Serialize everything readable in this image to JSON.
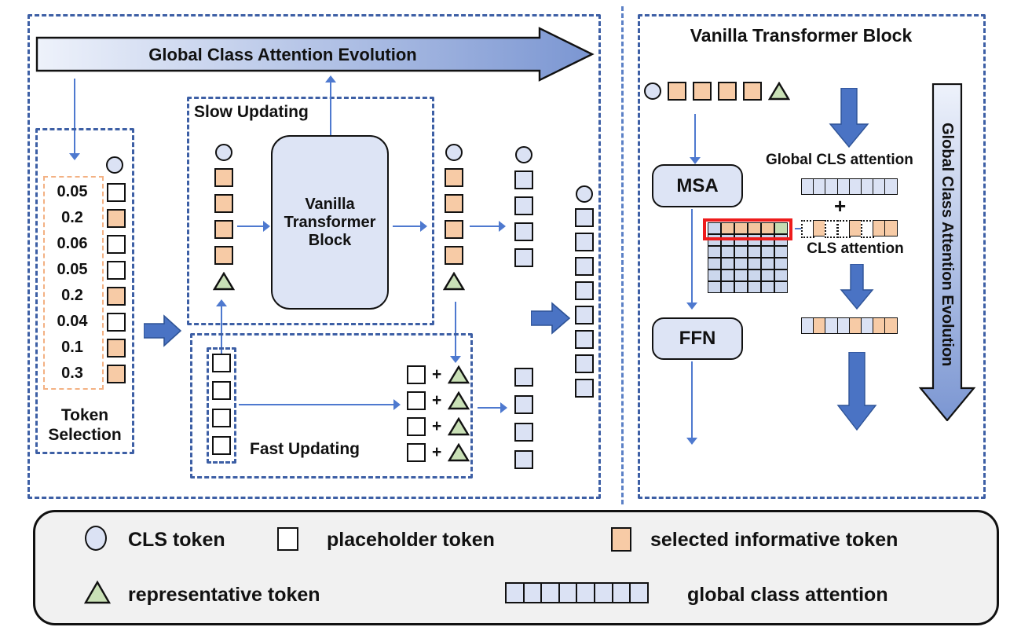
{
  "symbols": {
    "plus": "+"
  },
  "left_panel": {
    "banner_label": "Global Class Attention Evolution",
    "token_selection": {
      "label": "Token Selection",
      "rows": [
        {
          "score": "0.05",
          "type": "ph"
        },
        {
          "score": "0.2",
          "type": "sel"
        },
        {
          "score": "0.06",
          "type": "ph"
        },
        {
          "score": "0.05",
          "type": "ph"
        },
        {
          "score": "0.2",
          "type": "sel"
        },
        {
          "score": "0.04",
          "type": "ph"
        },
        {
          "score": "0.1",
          "type": "sel"
        },
        {
          "score": "0.3",
          "type": "sel"
        }
      ]
    },
    "slow_updating": {
      "label": "Slow Updating",
      "block_label": "Vanilla Transformer Block",
      "input_tokens": [
        "cls",
        "sel",
        "sel",
        "sel",
        "sel",
        "rep"
      ],
      "output_tokens": [
        "cls",
        "sel",
        "sel",
        "sel",
        "sel",
        "rep"
      ],
      "attended_tokens": [
        "cls",
        "glb",
        "glb",
        "glb",
        "glb"
      ]
    },
    "fast_updating": {
      "label": "Fast Updating",
      "input_tokens": [
        "ph",
        "ph",
        "ph",
        "ph"
      ],
      "sum_rows": [
        [
          "ph",
          "plus",
          "rep"
        ],
        [
          "ph",
          "plus",
          "rep"
        ],
        [
          "ph",
          "plus",
          "rep"
        ],
        [
          "ph",
          "plus",
          "rep"
        ]
      ],
      "output_tokens": [
        "glb",
        "glb",
        "glb",
        "glb"
      ]
    },
    "final_tokens": [
      "cls",
      "glb",
      "glb",
      "glb",
      "glb",
      "glb",
      "glb",
      "glb",
      "glb"
    ]
  },
  "right_panel": {
    "title": "Vanilla Transformer Block",
    "input_tokens": [
      "cls",
      "sel",
      "sel",
      "sel",
      "sel",
      "rep"
    ],
    "msa_label": "MSA",
    "ffn_label": "FFN",
    "attention_matrix": [
      [
        "glb",
        "sel",
        "sel",
        "sel",
        "sel",
        "rep"
      ],
      [
        "glb",
        "glb",
        "glb",
        "glb",
        "glb",
        "glb"
      ],
      [
        "glb",
        "glb",
        "glb",
        "glb",
        "glb",
        "glb"
      ],
      [
        "glb",
        "glb",
        "glb",
        "glb",
        "glb",
        "glb"
      ],
      [
        "glb",
        "glb",
        "glb",
        "glb",
        "glb",
        "glb"
      ],
      [
        "glb",
        "glb",
        "glb",
        "glb",
        "glb",
        "glb"
      ]
    ],
    "global_cls_attention_label": "Global CLS attention",
    "global_cls_attention_cells": [
      "glb",
      "glb",
      "glb",
      "glb",
      "glb",
      "glb",
      "glb",
      "glb"
    ],
    "plus": "+",
    "cls_attention_cells": [
      "dot",
      "sel",
      "dot",
      "dot",
      "sel",
      "dot",
      "sel",
      "sel"
    ],
    "cls_attention_label": "CLS attention",
    "updated_attention_cells": [
      "glb",
      "sel",
      "glb",
      "glb",
      "sel",
      "glb",
      "sel",
      "sel"
    ],
    "banner_label": "Global Class Attention Evolution"
  },
  "legend": {
    "cls_label": "CLS token",
    "placeholder_label": "placeholder token",
    "selected_label": "selected informative token",
    "representative_label": "representative token",
    "global_attention_label": "global class attention",
    "attention_bar_cells": [
      "glb",
      "glb",
      "glb",
      "glb",
      "glb",
      "glb",
      "glb",
      "glb"
    ]
  },
  "colors": {
    "cls_fill": "#dbe2f4",
    "placeholder_fill": "#ffffff",
    "selected_fill": "#f7cba6",
    "representative_fill": "#c9e0b6",
    "matrix_fill": "#ccd7ed",
    "arrow_blue": "#4e79cf",
    "block_arrow_blue": "#4a73c4",
    "dashed_border_blue": "#3d5fa5",
    "banner_gradient_start": "#eef2fb",
    "banner_gradient_end": "#7b96d2",
    "highlight_red": "#ee1c1c",
    "legend_background": "#f1f1f1"
  }
}
